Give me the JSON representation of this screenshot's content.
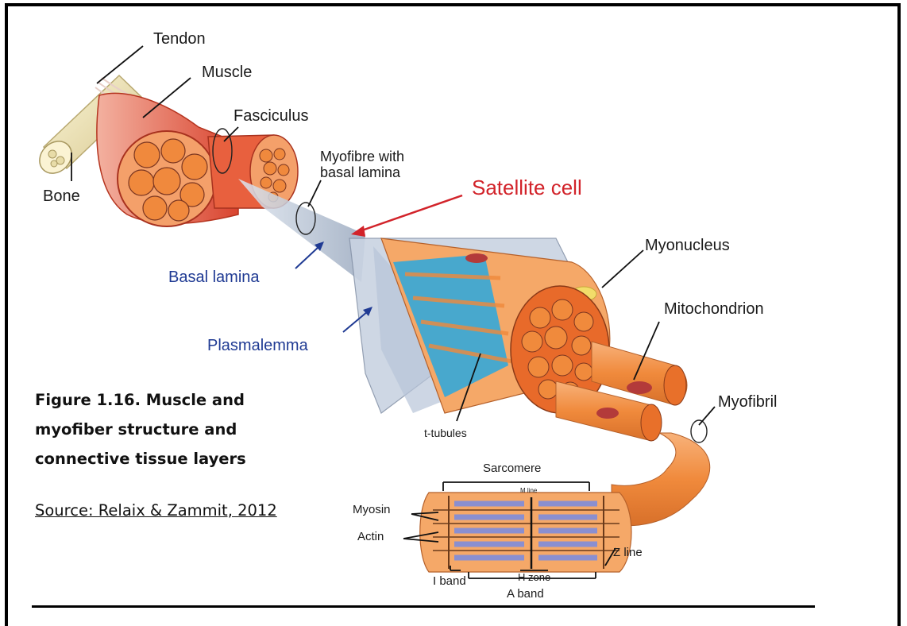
{
  "labels": {
    "tendon": "Tendon",
    "muscle": "Muscle",
    "fasciculus": "Fasciculus",
    "bone": "Bone",
    "myofibre": "Myofibre with",
    "myofibre2": "basal lamina",
    "satellite": "Satellite cell",
    "basal_lamina": "Basal lamina",
    "plasmalemma": "Plasmalemma",
    "myonucleus": "Myonucleus",
    "mitochondrion": "Mitochondrion",
    "myofibril": "Myofibril",
    "t_tubules": "t-tubules",
    "sarcomere": "Sarcomere",
    "m_line": "M line",
    "myosin": "Myosin",
    "actin": "Actin",
    "z_line": "Z line",
    "h_zone": "H zone",
    "i_band": "I band",
    "a_band": "A band"
  },
  "caption": {
    "line1": "Figure 1.16. Muscle and",
    "line2": "myofiber structure and",
    "line3": "connective tissue layers"
  },
  "source": {
    "text": "Source: Relaix & Zammit, 2012"
  },
  "colors": {
    "satellite_label": "#d2232a",
    "blue_label": "#1f3a93",
    "muscle_red": "#e2583e",
    "fascicle_orange": "#f08a3c",
    "tubule_blue": "#29a8df"
  }
}
